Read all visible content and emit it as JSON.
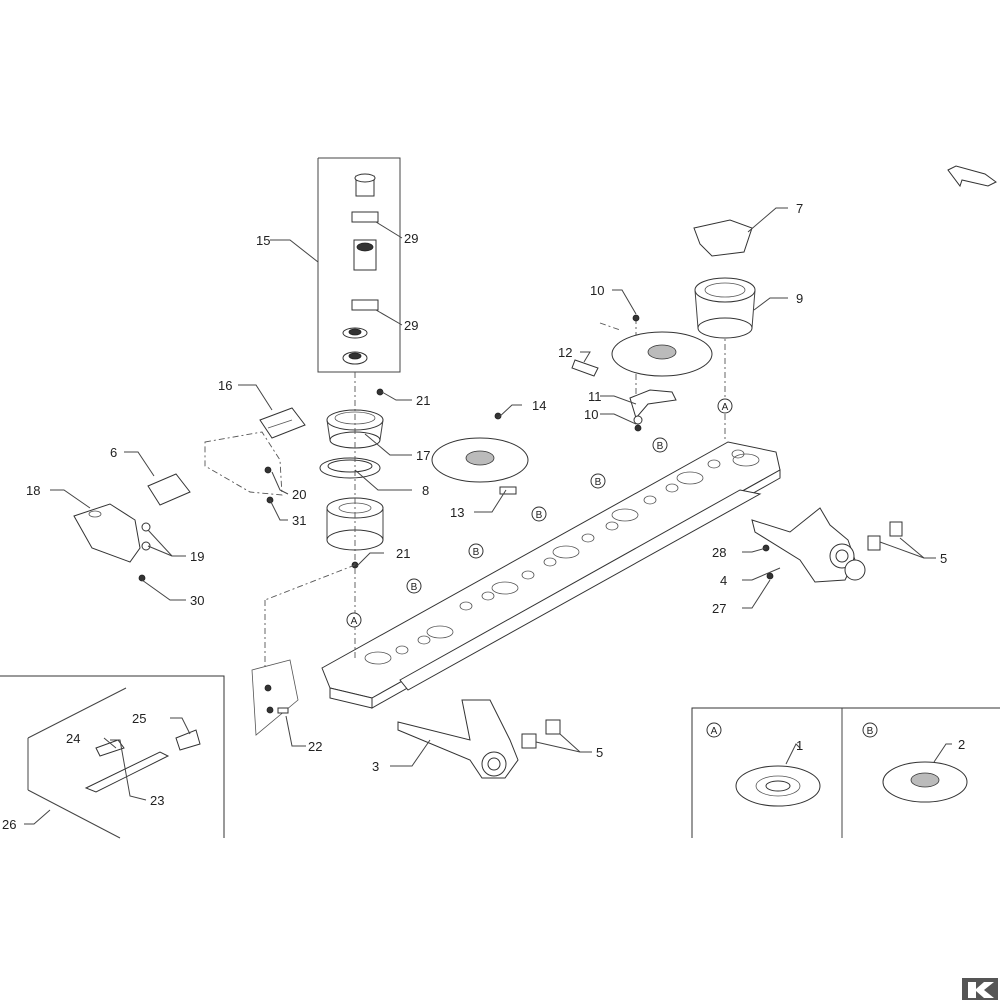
{
  "labels": {
    "p1": "1",
    "p2": "2",
    "p3": "3",
    "p4": "4",
    "p5a": "5",
    "p5b": "5",
    "p6": "6",
    "p7": "7",
    "p8": "8",
    "p9": "9",
    "p10a": "10",
    "p10b": "10",
    "p11": "11",
    "p12": "12",
    "p13": "13",
    "p14": "14",
    "p15": "15",
    "p16": "16",
    "p17": "17",
    "p18": "18",
    "p19": "19",
    "p20": "20",
    "p21a": "21",
    "p21b": "21",
    "p22": "22",
    "p23": "23",
    "p24": "24",
    "p25": "25",
    "p26": "26",
    "p27": "27",
    "p28": "28",
    "p29a": "29",
    "p29b": "29",
    "p30": "30",
    "p31": "31"
  },
  "markers": {
    "a_top": "A",
    "a_left": "A",
    "a_detail": "A",
    "b1": "B",
    "b2": "B",
    "b3": "B",
    "b4": "B",
    "b5": "B",
    "b_detail": "B"
  },
  "colors": {
    "line": "#333333",
    "background": "#ffffff",
    "fill_dark": "#333333"
  }
}
